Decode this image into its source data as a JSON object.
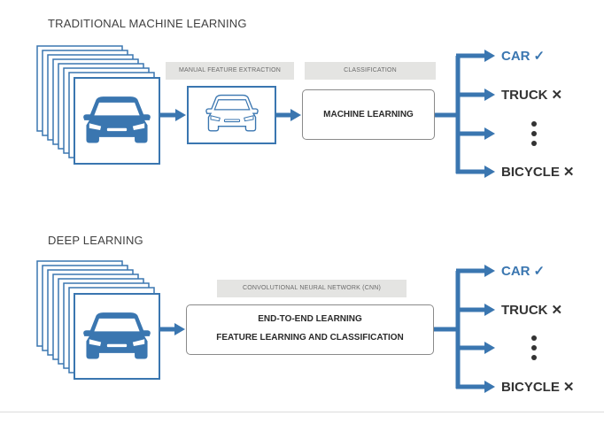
{
  "traditional": {
    "title": "TRADITIONAL MACHINE LEARNING",
    "feature_tag": "MANUAL FEATURE EXTRACTION",
    "class_tag": "CLASSIFICATION",
    "box_label": "MACHINE LEARNING",
    "outputs": [
      {
        "label": "CAR",
        "mark": "✓"
      },
      {
        "label": "TRUCK",
        "mark": "✕"
      },
      {
        "label": "BICYCLE",
        "mark": "✕"
      }
    ]
  },
  "deep": {
    "title": "DEEP LEARNING",
    "cnn_tag": "CONVOLUTIONAL NEURAL NETWORK (CNN)",
    "box_line1": "END-TO-END LEARNING",
    "box_line2": "FEATURE LEARNING AND CLASSIFICATION",
    "outputs": [
      {
        "label": "CAR",
        "mark": "✓"
      },
      {
        "label": "TRUCK",
        "mark": "✕"
      },
      {
        "label": "BICYCLE",
        "mark": "✕"
      }
    ]
  },
  "colors": {
    "accent": "#3a76b0",
    "text": "#333333",
    "tag_bg": "#e4e4e2"
  },
  "icons": [
    "car-icon",
    "car-outline-icon",
    "arrow-icon",
    "checkmark-icon",
    "x-icon",
    "vertical-ellipsis-icon"
  ]
}
